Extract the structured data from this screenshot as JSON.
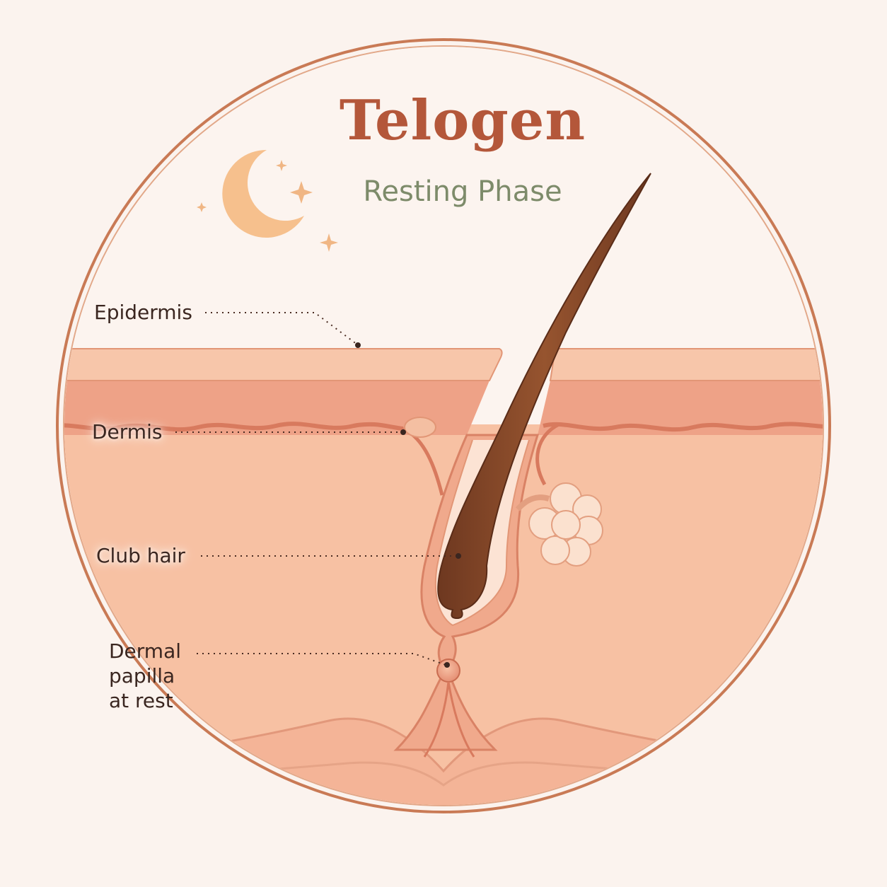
{
  "diagram": {
    "title": "Telogen",
    "subtitle": "Resting Phase",
    "labels": {
      "epidermis": "Epidermis",
      "dermis": "Dermis",
      "club_hair": "Club hair",
      "dermal_papilla_line1": "Dermal",
      "dermal_papilla_line2": "papilla",
      "dermal_papilla_line3": "at rest"
    },
    "icons": [
      "crescent-moon-icon",
      "sparkle-star-icon"
    ],
    "colors": {
      "background": "#fbf3ee",
      "ring": "#c97a55",
      "title": "#b4573a",
      "subtitle": "#7d8b6a",
      "skin_light": "#f6c6a8",
      "skin_mid": "#f2b294",
      "skin_dark": "#e99b80",
      "hair": "#8a4a2c",
      "moon": "#f6c08d"
    }
  }
}
